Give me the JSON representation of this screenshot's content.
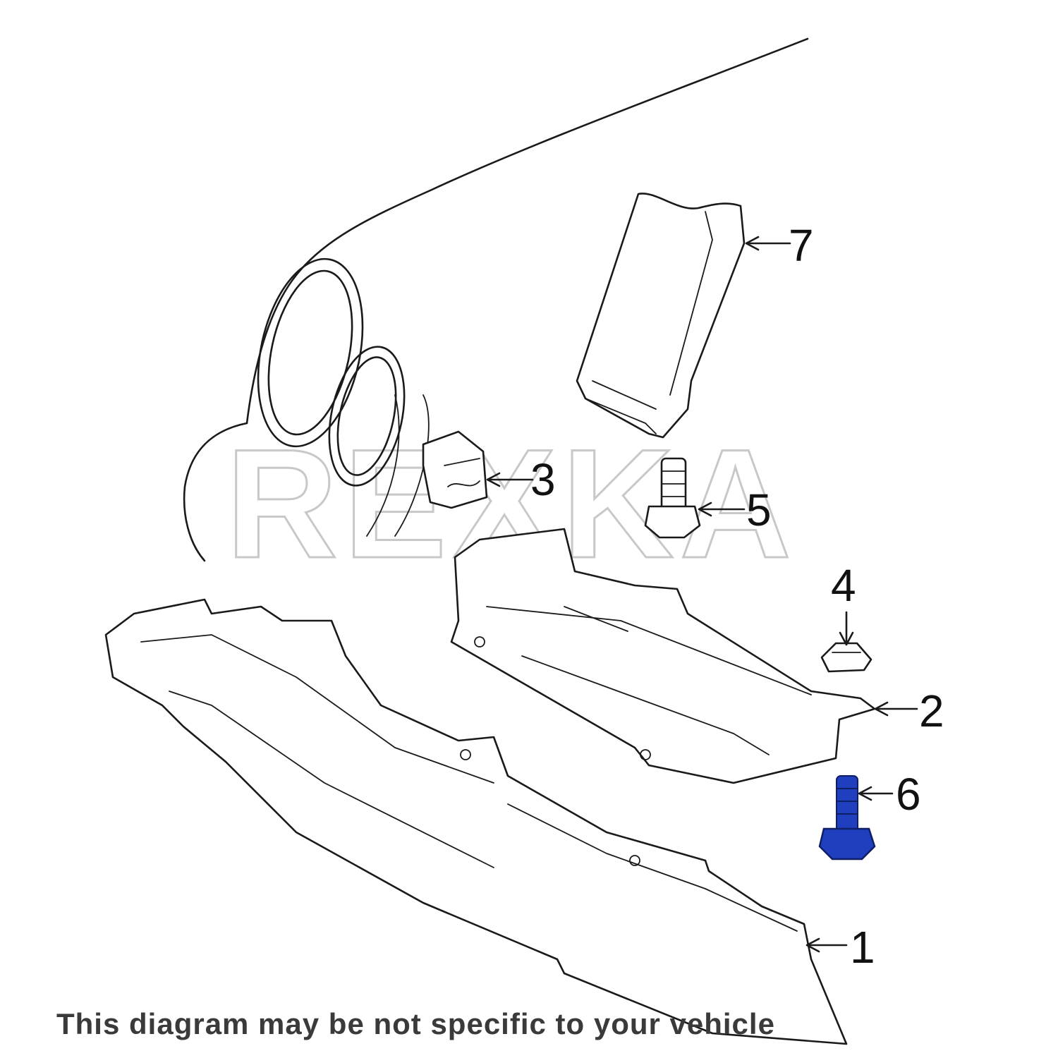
{
  "watermark": "REXKA",
  "callouts": [
    {
      "id": "1",
      "label": "1"
    },
    {
      "id": "2",
      "label": "2"
    },
    {
      "id": "3",
      "label": "3"
    },
    {
      "id": "4",
      "label": "4"
    },
    {
      "id": "5",
      "label": "5"
    },
    {
      "id": "6",
      "label": "6"
    },
    {
      "id": "7",
      "label": "7"
    }
  ],
  "highlight_color": "#1f3fbf",
  "disclaimer": "This diagram may be not specific to your vehicle"
}
